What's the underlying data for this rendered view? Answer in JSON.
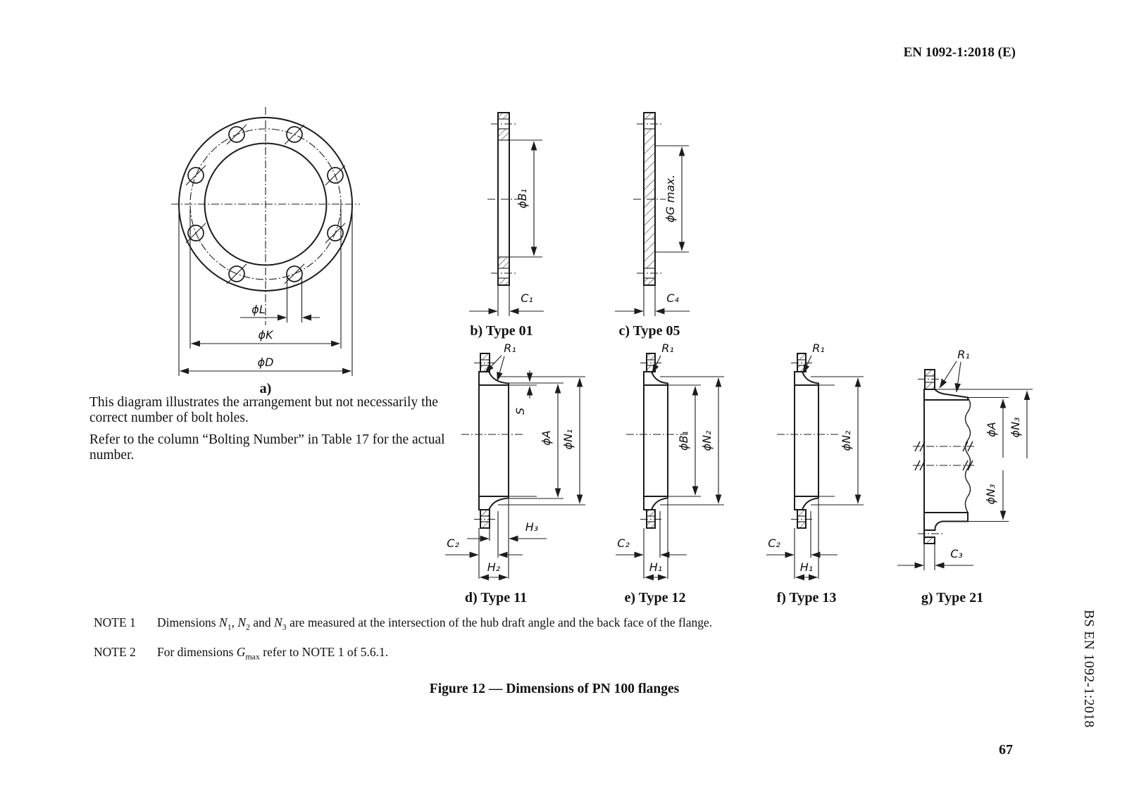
{
  "page": {
    "header": "EN 1092-1:2018 (E)",
    "side_label": "BS EN 1092-1:2018",
    "page_number": "67",
    "figure_caption": "Figure 12 — Dimensions of PN 100 flanges"
  },
  "front": {
    "caption": "a)",
    "desc1": "This diagram illustrates the arrangement but not necessarily the correct number of bolt holes.",
    "desc2": "Refer to the column “Bolting Number” in Table 17 for the actual number.",
    "dim_l": "ϕL",
    "dim_k": "ϕK",
    "dim_d": "ϕD"
  },
  "t01": {
    "caption": "b) Type 01",
    "dim_bore": "ϕB₁",
    "dim_thickness": "C₁"
  },
  "t05": {
    "caption": "c) Type 05",
    "dim_gasket": "ϕG max.",
    "dim_thickness": "C₄"
  },
  "t11": {
    "caption": "d) Type 11",
    "dim_radius": "R₁",
    "dim_wall": "S",
    "dim_a": "ϕA",
    "dim_hub": "ϕN₁",
    "dim_h3": "H₃",
    "dim_thickness": "C₂",
    "dim_h2": "H₂"
  },
  "t12": {
    "caption": "e) Type 12",
    "dim_radius": "R₁",
    "dim_bore": "ϕB₁",
    "dim_hub": "ϕN₂",
    "dim_thickness": "C₂",
    "dim_h1": "H₁"
  },
  "t13": {
    "caption": "f) Type 13",
    "dim_radius": "R₁",
    "dim_hub": "ϕN₂",
    "dim_thickness": "C₂",
    "dim_h1": "H₁"
  },
  "t21": {
    "caption": "g) Type 21",
    "dim_radius": "R₁",
    "dim_a": "ϕA",
    "dim_hub_top": "ϕN₃",
    "dim_hub_bottom": "ϕN₃",
    "dim_thickness": "C₃"
  },
  "notes": {
    "note1": {
      "label": "NOTE 1",
      "parts": [
        {
          "t": "Dimensions "
        },
        {
          "t": "N",
          "style": "i"
        },
        {
          "t": "1",
          "style": "sub"
        },
        {
          "t": ", "
        },
        {
          "t": "N",
          "style": "i"
        },
        {
          "t": "2",
          "style": "sub"
        },
        {
          "t": " and "
        },
        {
          "t": "N",
          "style": "i"
        },
        {
          "t": "3",
          "style": "sub"
        },
        {
          "t": " are measured at the intersection of the hub draft angle and the back face of the flange."
        }
      ]
    },
    "note2": {
      "label": "NOTE 2",
      "parts": [
        {
          "t": "For dimensions "
        },
        {
          "t": "G",
          "style": "i"
        },
        {
          "t": "max",
          "style": "sub"
        },
        {
          "t": " refer to NOTE 1 of 5.6.1."
        }
      ]
    }
  }
}
